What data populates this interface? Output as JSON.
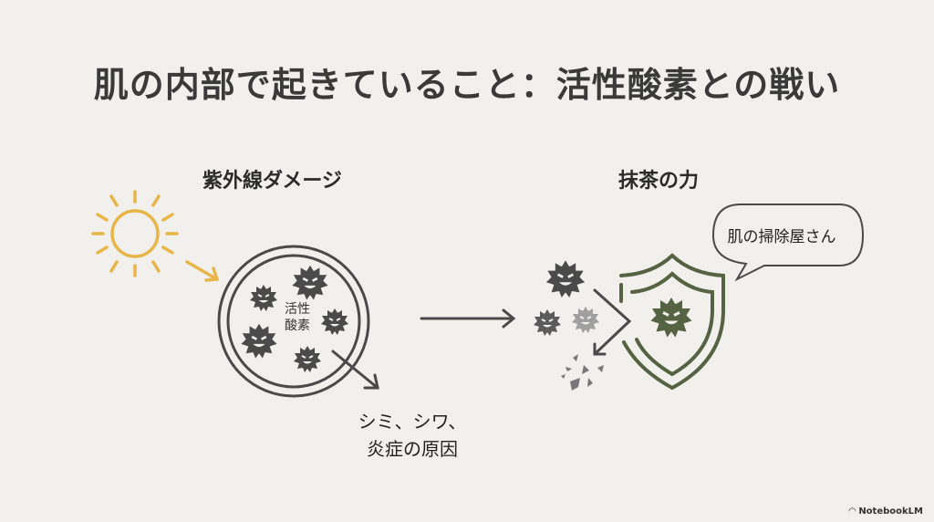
{
  "title": "肌の内部で起きていること：活性酸素との戦い",
  "left_panel": {
    "heading": "紫外線ダメージ",
    "inner_label_line1": "活性",
    "inner_label_line2": "酸素",
    "result_line1": "シミ、シワ、",
    "result_line2": "炎症の原因",
    "icons": [
      "sun-icon",
      "skin-cell-circle-icon",
      "free-radical-icon"
    ]
  },
  "right_panel": {
    "heading": "抹茶の力",
    "speech_bubble": "肌の掃除屋さん",
    "icons": [
      "shield-icon",
      "free-radical-icon",
      "fragments-icon"
    ]
  },
  "colors": {
    "background": "#f1f0ec",
    "sun": "#e8b548",
    "dark": "#4a4a4a",
    "shield_green": "#566343"
  },
  "branding": "NotebookLM"
}
